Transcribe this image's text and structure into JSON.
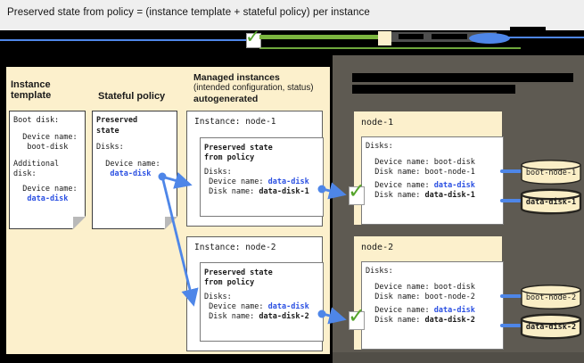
{
  "title": "Preserved state from policy = (instance template + stateful policy) per instance",
  "icons": {
    "check": "✓"
  },
  "colors": {
    "cream_panel": "#fcf0cc",
    "dark_panel": "#5e5a52",
    "arrow_blue": "#4e86e8",
    "value_blue": "#2b50e2",
    "check_green": "#55a42b",
    "legend_green": "#7cb63f",
    "titlebar_gray": "#efefef"
  },
  "left": {
    "template_label": "Instance template",
    "policy_label": "Stateful policy",
    "template_doc": {
      "l0": "Boot disk:",
      "l1": "  Device name:",
      "l2": "   boot-disk",
      "l3": "Additional",
      "l4": "disk:",
      "l5": "  Device name:",
      "l6": "   data-disk"
    },
    "policy_doc": {
      "l0": "Preserved",
      "l1": "state",
      "l2": "Disks:",
      "l3": "  Device name:",
      "l4": "   data-disk"
    },
    "managed_heading": {
      "line1": "Managed instances",
      "line2": "(intended configuration, status)",
      "line3": "autogenerated"
    },
    "instances": [
      {
        "title": "Instance: node-1",
        "preserved1": "Preserved state",
        "preserved2": "from policy",
        "disks": "Disks:",
        "device_label": " Device name: ",
        "device_value": "data-disk",
        "disk_label": " Disk name: ",
        "disk_value": "data-disk-1"
      },
      {
        "title": "Instance: node-2",
        "preserved1": "Preserved state",
        "preserved2": "from policy",
        "disks": "Disks:",
        "device_label": " Device name: ",
        "device_value": "data-disk",
        "disk_label": " Disk name: ",
        "disk_value": "data-disk-2"
      }
    ]
  },
  "right": {
    "nodes": [
      {
        "name": "node-1",
        "disks": "Disks:",
        "boot_device": "  Device name: boot-disk",
        "boot_disk": "  Disk name: boot-node-1",
        "data_device_label": "  Device name: ",
        "data_device_value": "data-disk",
        "data_disk_label": "  Disk name: ",
        "data_disk_value": "data-disk-1",
        "boot_cylinder": "boot-node-1",
        "data_cylinder": "data-disk-1"
      },
      {
        "name": "node-2",
        "disks": "Disks:",
        "boot_device": "  Device name: boot-disk",
        "boot_disk": "  Disk name: boot-node-2",
        "data_device_label": "  Device name: ",
        "data_device_value": "data-disk",
        "data_disk_label": "  Disk name: ",
        "data_disk_value": "data-disk-2",
        "boot_cylinder": "boot-node-2",
        "data_cylinder": "data-disk-2"
      }
    ]
  }
}
